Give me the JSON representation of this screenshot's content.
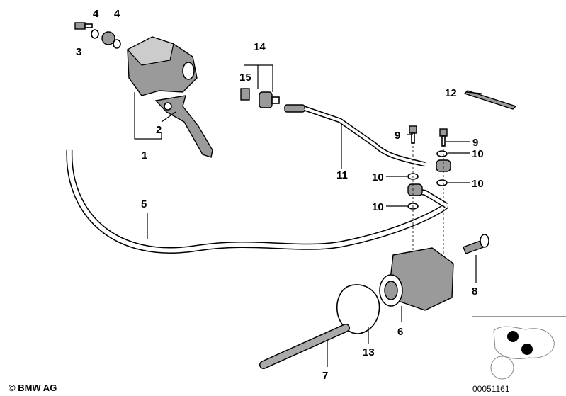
{
  "diagram": {
    "callouts": [
      "4",
      "4",
      "3",
      "14",
      "15",
      "12",
      "2",
      "1",
      "9",
      "9",
      "10",
      "11",
      "10",
      "10",
      "5",
      "10",
      "8",
      "6",
      "13",
      "7"
    ],
    "copyright": "© BMW AG",
    "image_code": "00051161",
    "thumbnail": "motorcycle-location-thumbnail"
  }
}
